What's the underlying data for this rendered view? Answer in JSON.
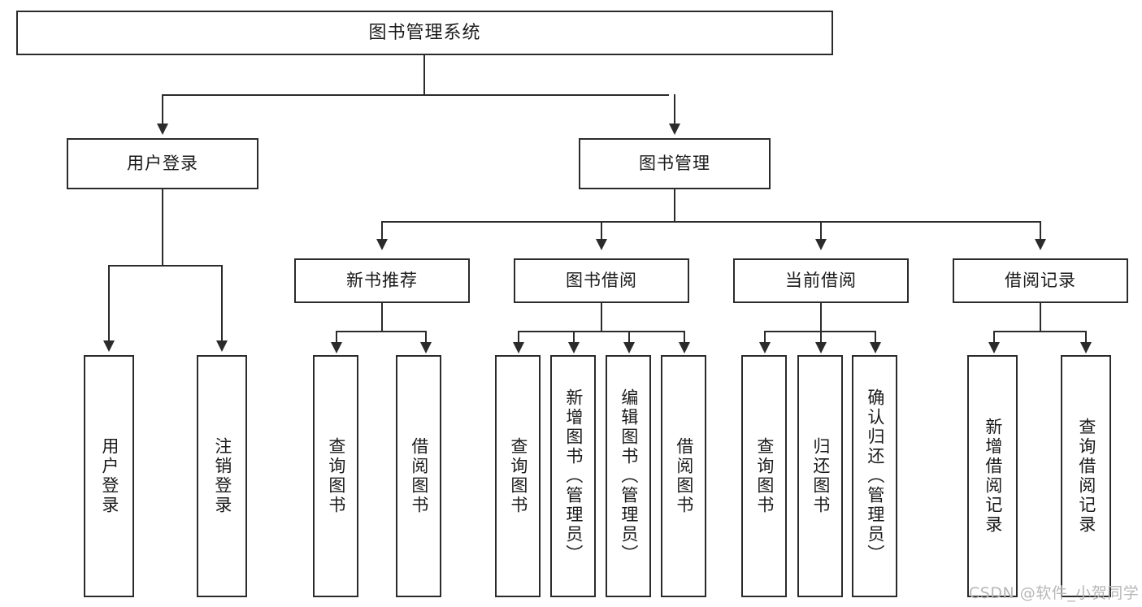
{
  "diagram": {
    "type": "tree",
    "title": "图书管理系统",
    "watermark": "CSDN @软件_小贺同学",
    "colors": {
      "stroke": "#2b2b2b",
      "fill": "#ffffff",
      "text": "#1a1a1a",
      "watermark": "#b7b7b7"
    },
    "nodes": {
      "root": {
        "label": "图书管理系统"
      },
      "level2": [
        {
          "label": "用户登录"
        },
        {
          "label": "图书管理"
        }
      ],
      "level3": [
        {
          "label": "新书推荐"
        },
        {
          "label": "图书借阅"
        },
        {
          "label": "当前借阅"
        },
        {
          "label": "借阅记录"
        }
      ],
      "leaves": {
        "user_login": [
          {
            "label": "用户登录"
          },
          {
            "label": "注销登录"
          }
        ],
        "new_book_rec": [
          {
            "label": "查询图书"
          },
          {
            "label": "借阅图书"
          }
        ],
        "book_borrow": [
          {
            "label": "查询图书"
          },
          {
            "label": "新增图书（管理员）"
          },
          {
            "label": "编辑图书（管理员）"
          },
          {
            "label": "借阅图书"
          }
        ],
        "current_borrow": [
          {
            "label": "查询图书"
          },
          {
            "label": "归还图书"
          },
          {
            "label": "确认归还（管理员）"
          }
        ],
        "borrow_record": [
          {
            "label": "新增借阅记录"
          },
          {
            "label": "查询借阅记录"
          }
        ]
      }
    }
  }
}
